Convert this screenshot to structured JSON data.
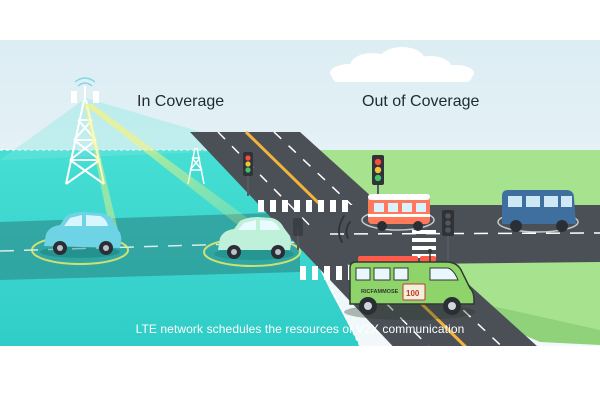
{
  "labels": {
    "in_coverage": "In Coverage",
    "out_of_coverage": "Out of Coverage"
  },
  "caption": "LTE network schedules the resources of V2X communication",
  "truck_plate": {
    "top_text": "RICFAMMOSE",
    "number": "100"
  },
  "colors": {
    "coverage_fill": "#2fd6cc",
    "grass": "#9fe08a",
    "road": "#4a4f55",
    "sky": "#e9f4f8",
    "tower": "#ffffff",
    "signal_beam": "#f4f06a",
    "car_left": "#6fd3e6",
    "car_middle": "#b9f0d8",
    "bus": "#ff7a5a",
    "van": "#3f6f9f",
    "truck": "#8fd46b"
  }
}
